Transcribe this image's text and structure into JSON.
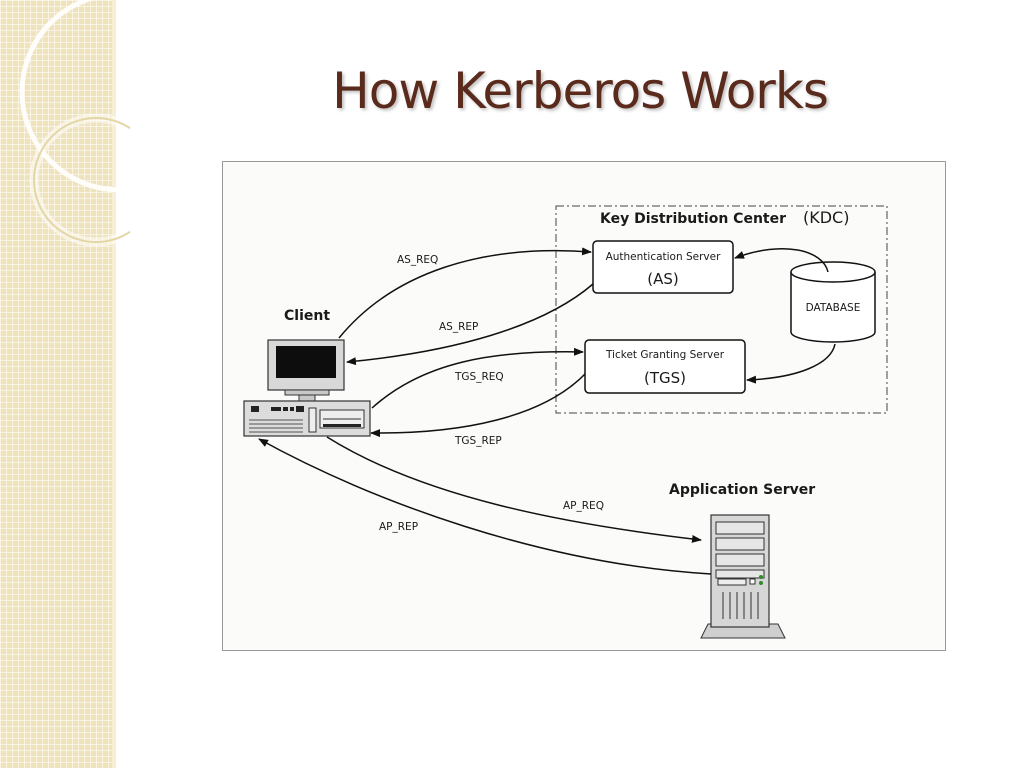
{
  "slide": {
    "title": "How Kerberos Works"
  },
  "diagram": {
    "kdc": {
      "title": "Key Distribution Center",
      "abbr": "(KDC)"
    },
    "as_box": {
      "name": "Authentication Server",
      "abbr": "(AS)"
    },
    "tgs_box": {
      "name": "Ticket Granting Server",
      "abbr": "(TGS)"
    },
    "database": {
      "label": "DATABASE"
    },
    "client": {
      "label": "Client"
    },
    "app_server": {
      "label": "Application Server"
    },
    "messages": {
      "as_req": "AS_REQ",
      "as_rep": "AS_REP",
      "tgs_req": "TGS_REQ",
      "tgs_rep": "TGS_REP",
      "ap_req": "AP_REQ",
      "ap_rep": "AP_REP"
    }
  },
  "colors": {
    "title": "#5a2a1c",
    "side_band": "#efe3bd",
    "figure_border": "#9a9a9a"
  }
}
